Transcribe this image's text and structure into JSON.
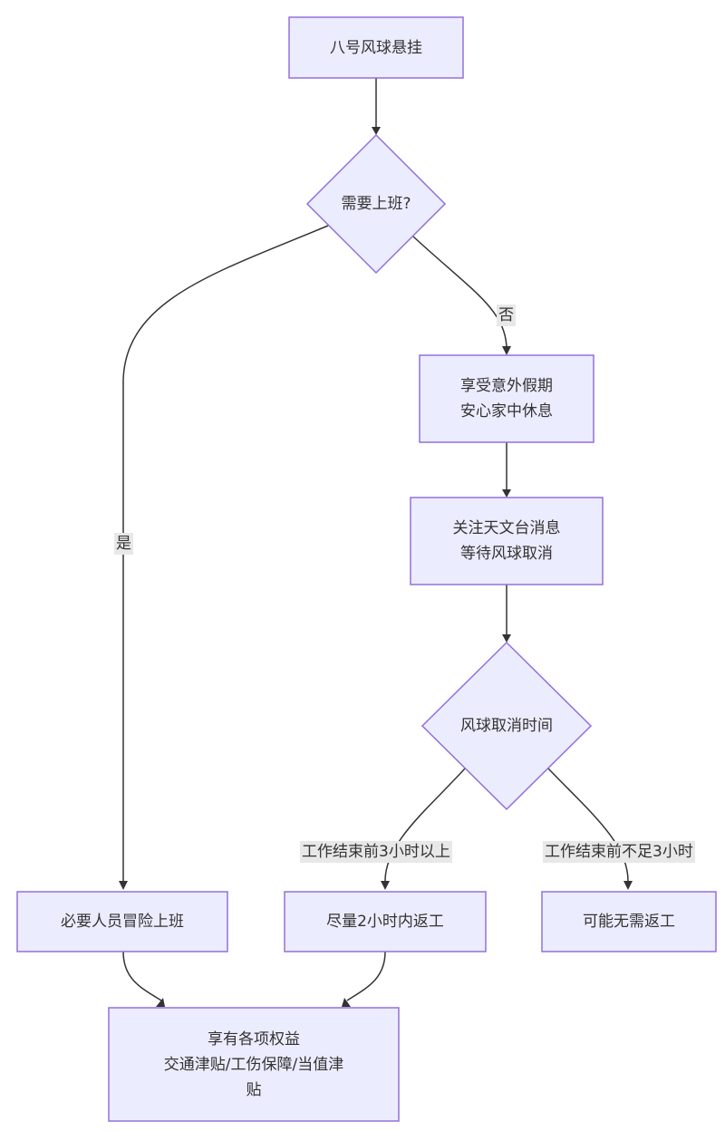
{
  "diagram": {
    "type": "flowchart",
    "colors": {
      "node_fill": "#ECECFF",
      "node_stroke": "#9370DB",
      "edge": "#333333",
      "edge_label_bg": "#e8e8e8",
      "text": "#333333"
    },
    "nodes": {
      "start": {
        "text": "八号风球悬挂"
      },
      "need_work": {
        "text": "需要上班?"
      },
      "holiday": {
        "lines": [
          "享受意外假期",
          "安心家中休息"
        ]
      },
      "watch": {
        "lines": [
          "关注天文台消息",
          "等待风球取消"
        ]
      },
      "cancel_time": {
        "text": "风球取消时间"
      },
      "risk_work": {
        "text": "必要人员冒险上班"
      },
      "return_2h": {
        "text": "尽量2小时内返工"
      },
      "no_return": {
        "text": "可能无需返工"
      },
      "benefits": {
        "lines": [
          "享有各项权益",
          "交通津贴/工伤保障/当值津",
          "贴"
        ]
      }
    },
    "edge_labels": {
      "yes": "是",
      "no": "否",
      "more_3h": "工作结束前3小时以上",
      "less_3h": "工作结束前不足3小时"
    }
  }
}
